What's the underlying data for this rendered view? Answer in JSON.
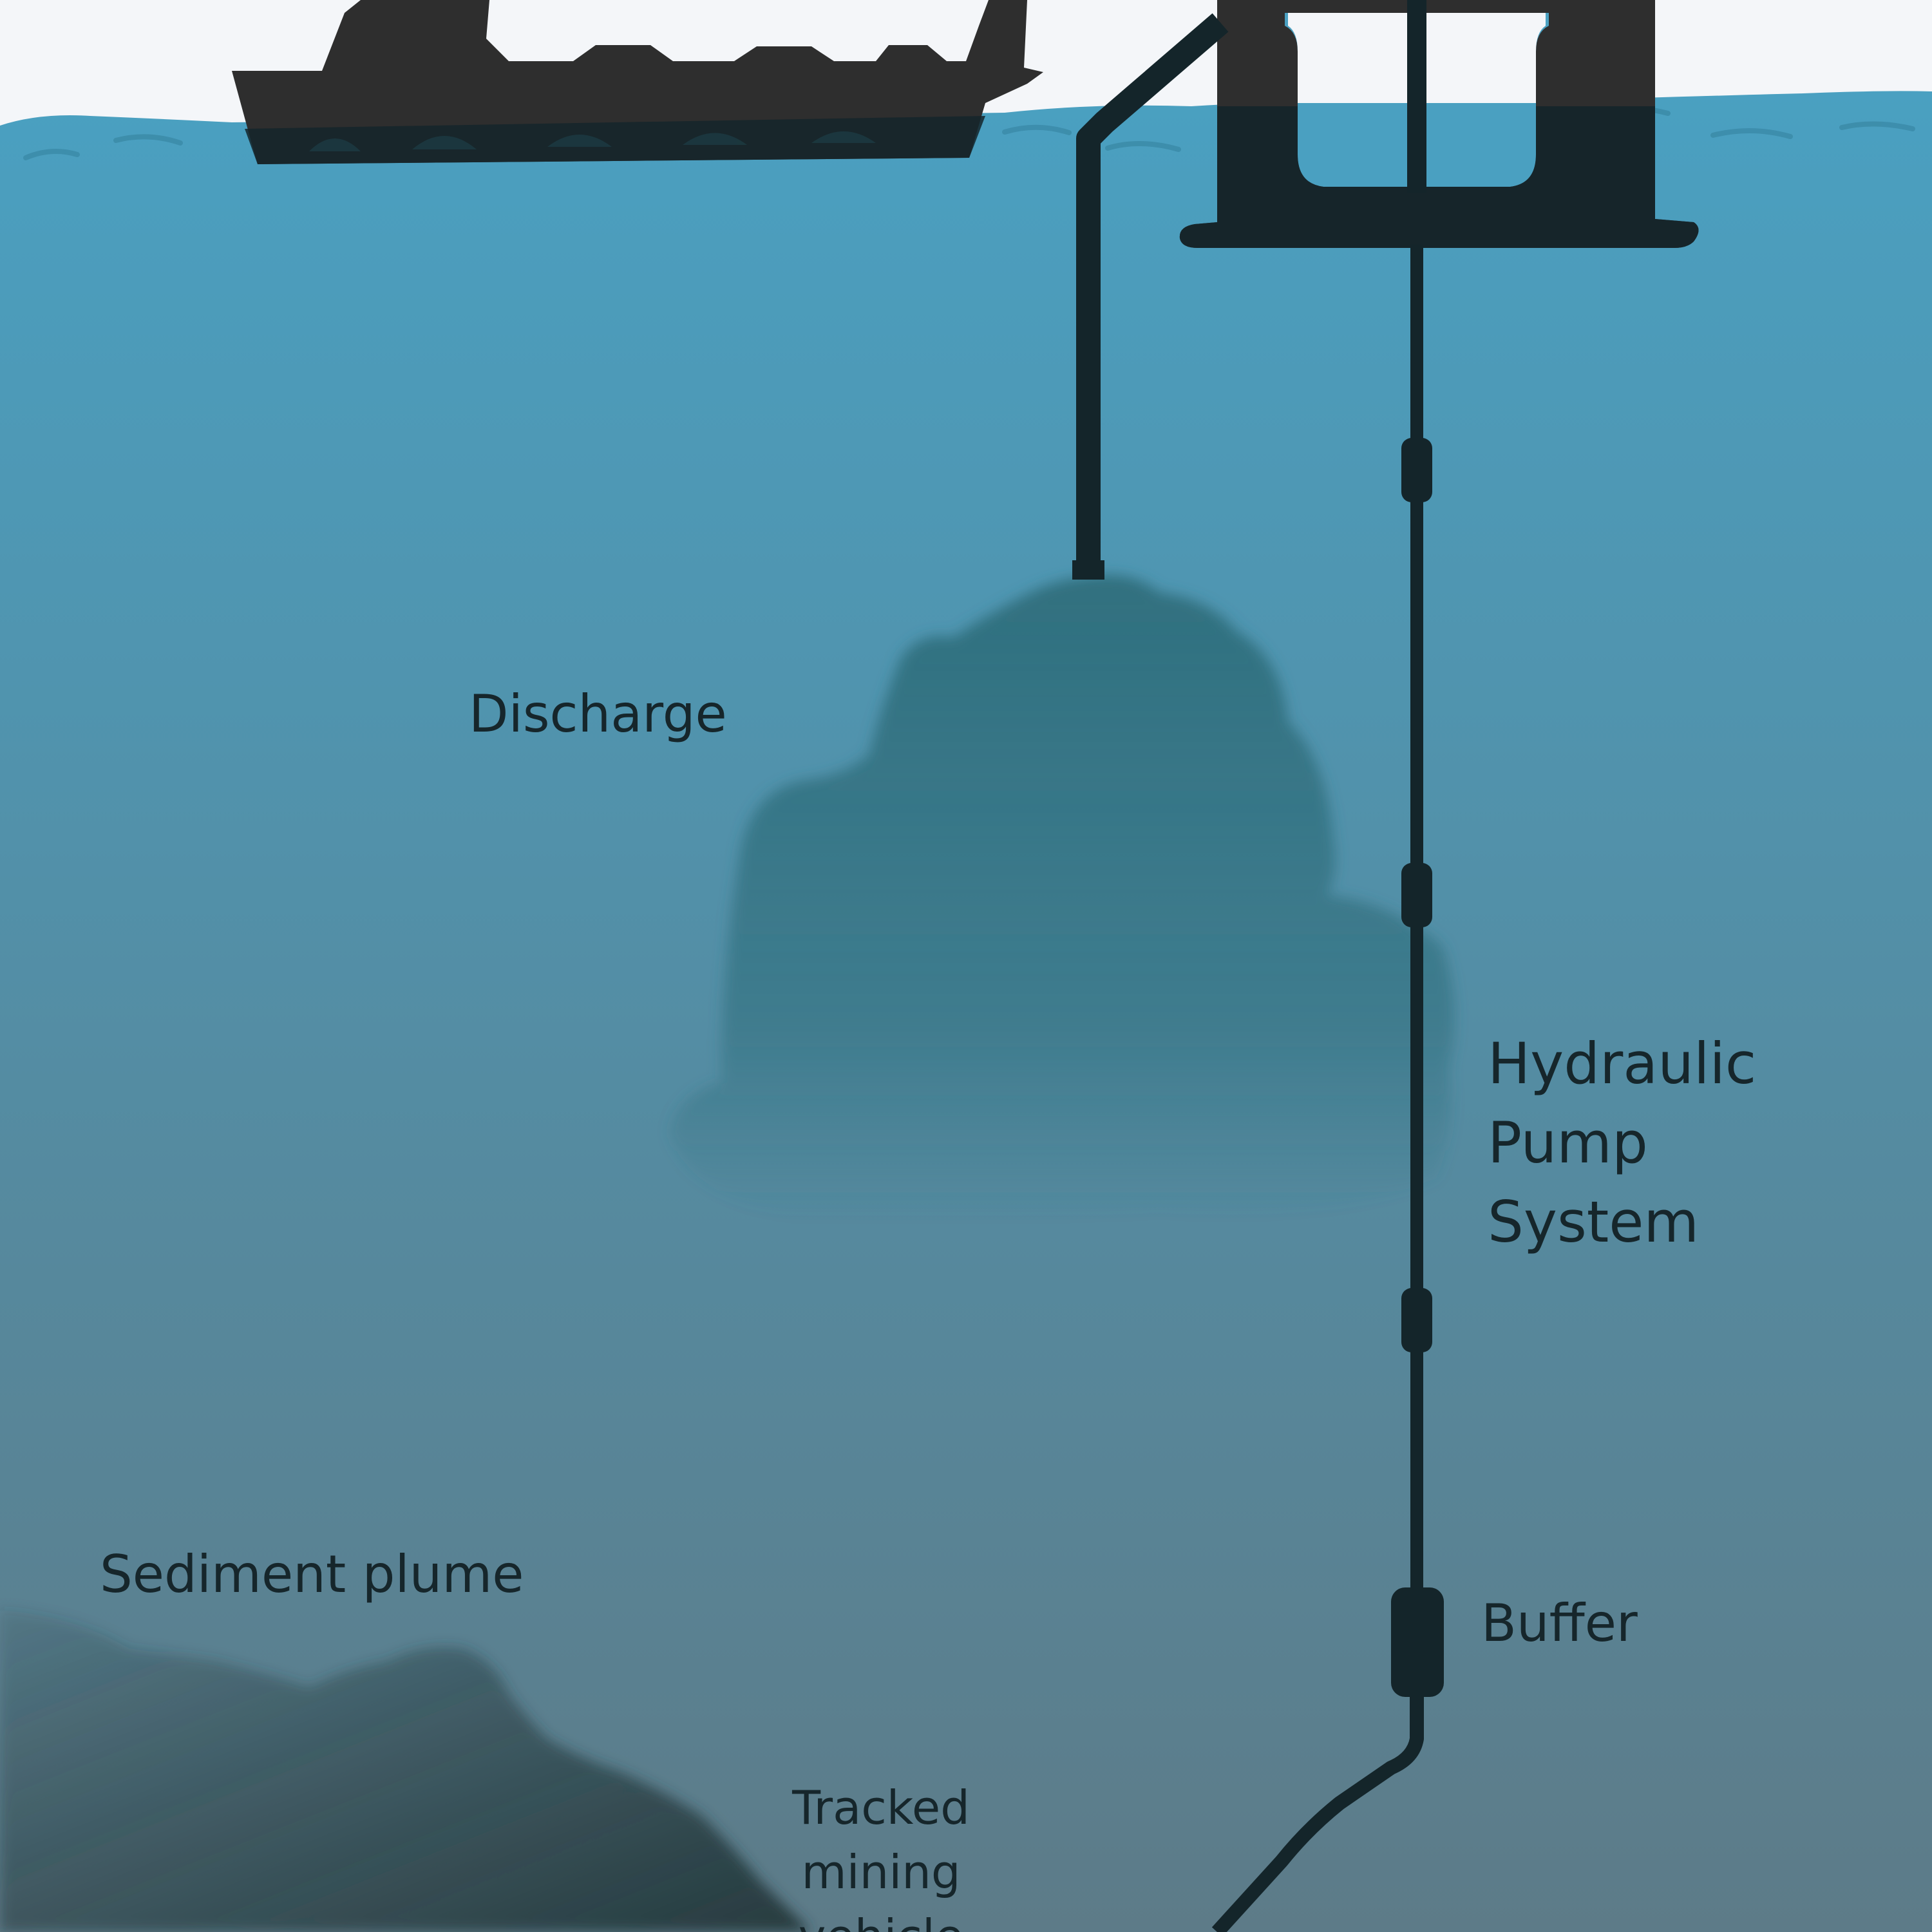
{
  "labels": {
    "discharge": "Discharge",
    "hydraulic_line1": "Hydraulic",
    "hydraulic_line2": "Pump",
    "hydraulic_line3": "System",
    "sediment_plume": "Sediment plume",
    "buffer": "Buffer",
    "tracked_line1": "Tracked",
    "tracked_line2": "mining",
    "tracked_line3": "vehicle"
  },
  "colors": {
    "sky": "#f4f6f9",
    "water_top": "#4aa0c1",
    "water_bottom": "#5d7b88",
    "silhouette": "#2e2e2e",
    "pipe": "#14252a",
    "discharge_plume": "#2f6e7c",
    "sediment_plume": "#263b3f"
  },
  "icons": {
    "ship": "ship-silhouette-icon",
    "platform": "platform-silhouette-icon"
  }
}
